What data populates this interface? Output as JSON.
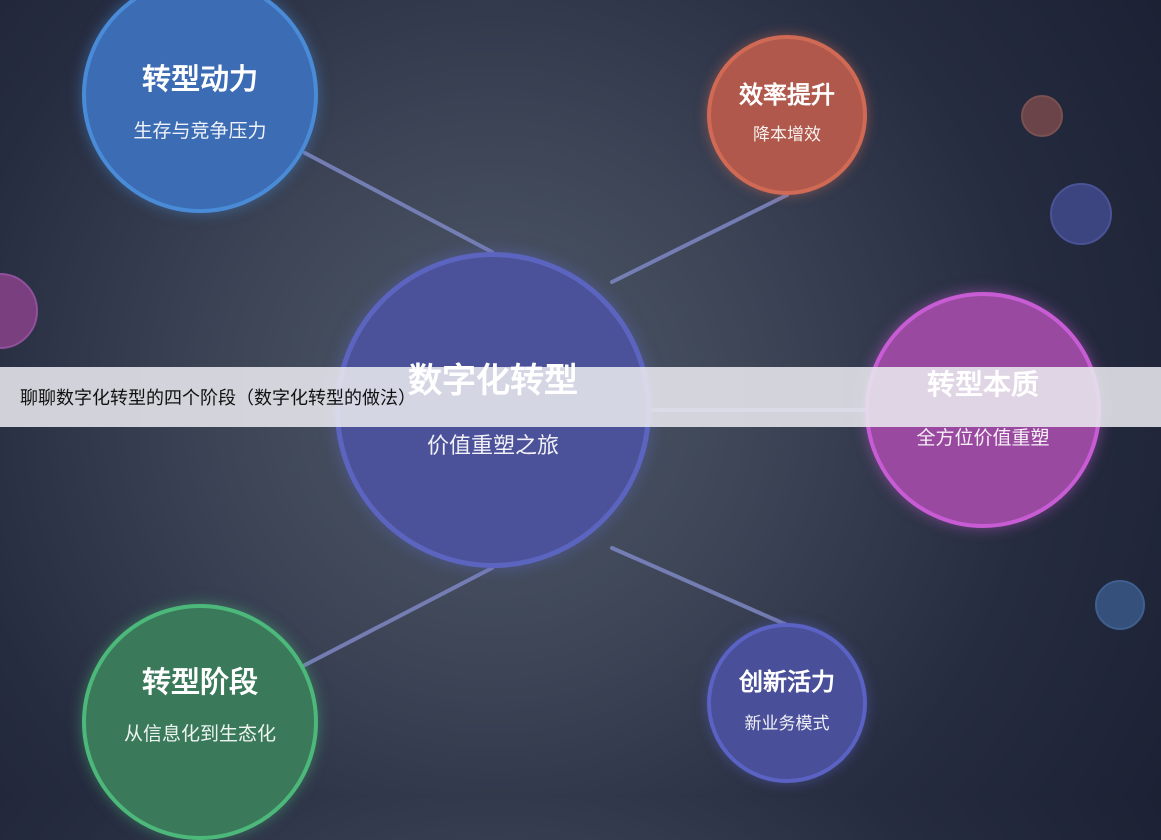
{
  "banner": {
    "title": "聊聊数字化转型的四个阶段（数字化转型的做法）"
  },
  "center": {
    "title": "数字化转型",
    "subtitle": "价值重塑之旅",
    "color": "#4c5299"
  },
  "nodes": {
    "motivation": {
      "title": "转型动力",
      "subtitle": "生存与竞争压力",
      "color": "#3b6cb4"
    },
    "efficiency": {
      "title": "效率提升",
      "subtitle": "降本增效",
      "color": "#b0584b"
    },
    "essence": {
      "title": "转型本质",
      "subtitle": "全方位价值重塑",
      "color": "#994aa0"
    },
    "stages": {
      "title": "转型阶段",
      "subtitle": "从信息化到生态化",
      "color": "#3a7a5a"
    },
    "innovation": {
      "title": "创新活力",
      "subtitle": "新业务模式",
      "color": "#4a4f99"
    }
  }
}
